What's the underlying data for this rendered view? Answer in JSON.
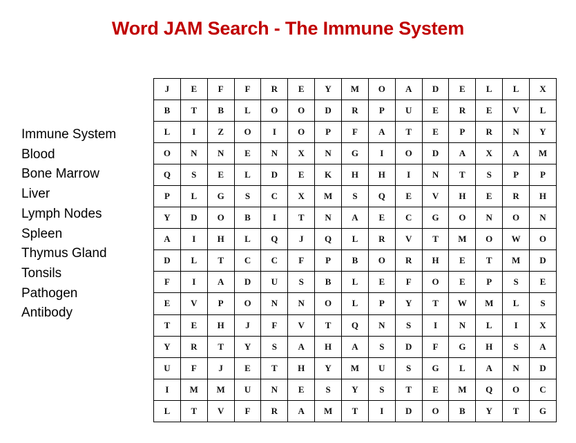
{
  "title": "Word JAM Search - The Immune System",
  "colors": {
    "title": "#C00000",
    "grid_border": "#000000",
    "letter": "#111111",
    "background": "#FFFFFF"
  },
  "word_list": {
    "words": [
      "Immune System",
      "Blood",
      "Bone Marrow",
      "Liver",
      "Lymph Nodes",
      "Spleen",
      "Thymus Gland",
      "Tonsils",
      "Pathogen",
      "Antibody"
    ]
  },
  "grid": {
    "columns": 15,
    "rows": 16,
    "letters": [
      [
        "J",
        "E",
        "F",
        "F",
        "R",
        "E",
        "Y",
        "M",
        "O",
        "A",
        "D",
        "E",
        "L",
        "L",
        "X"
      ],
      [
        "B",
        "T",
        "B",
        "L",
        "O",
        "O",
        "D",
        "R",
        "P",
        "U",
        "E",
        "R",
        "E",
        "V",
        "L"
      ],
      [
        "L",
        "I",
        "Z",
        "O",
        "I",
        "O",
        "P",
        "F",
        "A",
        "T",
        "E",
        "P",
        "R",
        "N",
        "Y"
      ],
      [
        "O",
        "N",
        "N",
        "E",
        "N",
        "X",
        "N",
        "G",
        "I",
        "O",
        "D",
        "A",
        "X",
        "A",
        "M"
      ],
      [
        "Q",
        "S",
        "E",
        "L",
        "D",
        "E",
        "K",
        "H",
        "H",
        "I",
        "N",
        "T",
        "S",
        "P",
        "P"
      ],
      [
        "P",
        "L",
        "G",
        "S",
        "C",
        "X",
        "M",
        "S",
        "Q",
        "E",
        "V",
        "H",
        "E",
        "R",
        "H"
      ],
      [
        "Y",
        "D",
        "O",
        "B",
        "I",
        "T",
        "N",
        "A",
        "E",
        "C",
        "G",
        "O",
        "N",
        "O",
        "N"
      ],
      [
        "A",
        "I",
        "H",
        "L",
        "Q",
        "J",
        "Q",
        "L",
        "R",
        "V",
        "T",
        "M",
        "O",
        "W",
        "O"
      ],
      [
        "D",
        "L",
        "T",
        "C",
        "C",
        "F",
        "P",
        "B",
        "O",
        "R",
        "H",
        "E",
        "T",
        "M",
        "D"
      ],
      [
        "F",
        "I",
        "A",
        "D",
        "U",
        "S",
        "B",
        "L",
        "E",
        "F",
        "O",
        "E",
        "P",
        "S",
        "E"
      ],
      [
        "E",
        "V",
        "P",
        "O",
        "N",
        "N",
        "O",
        "L",
        "P",
        "Y",
        "T",
        "W",
        "M",
        "L",
        "S"
      ],
      [
        "T",
        "E",
        "H",
        "J",
        "F",
        "V",
        "T",
        "Q",
        "N",
        "S",
        "I",
        "N",
        "L",
        "I",
        "X"
      ],
      [
        "Y",
        "R",
        "T",
        "Y",
        "S",
        "A",
        "H",
        "A",
        "S",
        "D",
        "F",
        "G",
        "H",
        "S",
        "A"
      ],
      [
        "U",
        "F",
        "J",
        "E",
        "T",
        "H",
        "Y",
        "M",
        "U",
        "S",
        "G",
        "L",
        "A",
        "N",
        "D"
      ],
      [
        "I",
        "M",
        "M",
        "U",
        "N",
        "E",
        "S",
        "Y",
        "S",
        "T",
        "E",
        "M",
        "Q",
        "O",
        "C"
      ],
      [
        "L",
        "T",
        "V",
        "F",
        "R",
        "A",
        "M",
        "T",
        "I",
        "D",
        "O",
        "B",
        "Y",
        "T",
        "G"
      ]
    ]
  }
}
